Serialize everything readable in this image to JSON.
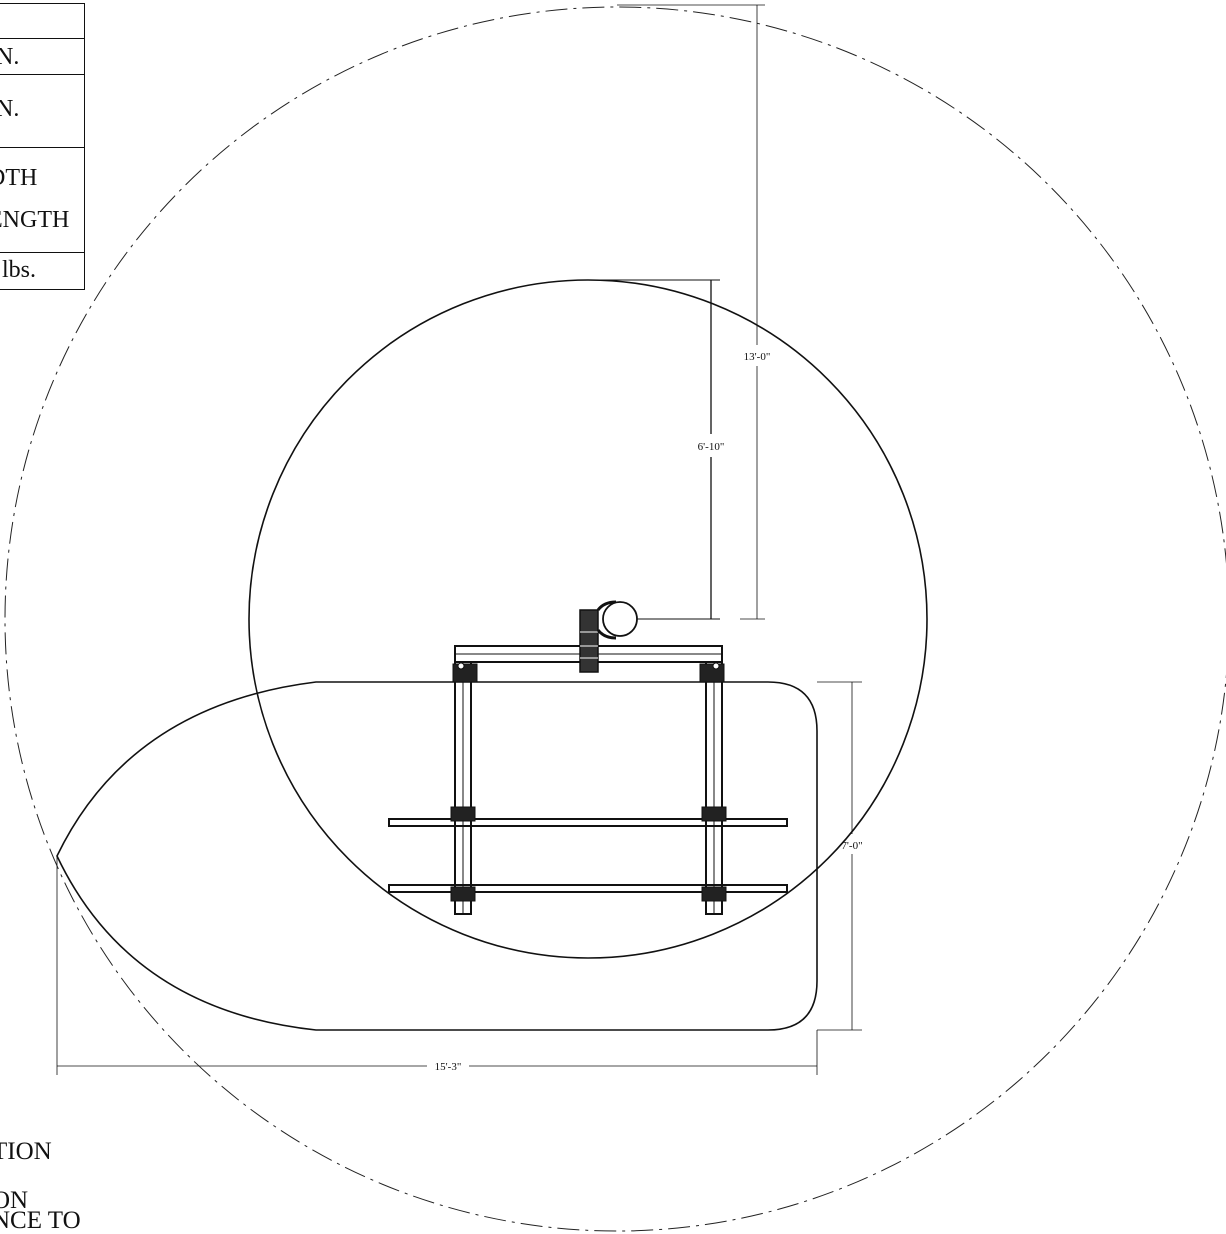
{
  "spec_table": {
    "rows": [
      {
        "lines": [
          ""
        ]
      },
      {
        "lines": [
          "IN."
        ]
      },
      {
        "lines": [
          "IN."
        ]
      },
      {
        "lines": [
          "DTH",
          "ENGTH"
        ]
      },
      {
        "lines": [
          ") lbs."
        ]
      }
    ]
  },
  "dimensions": {
    "outer_radius": "13'-0\"",
    "inner_radius": "6'-10\"",
    "base_width": "7'-0\"",
    "overall_length": "15'-3\""
  },
  "notes": {
    "line1": "TION",
    "line2": "ON",
    "line3": "NCE TO"
  }
}
